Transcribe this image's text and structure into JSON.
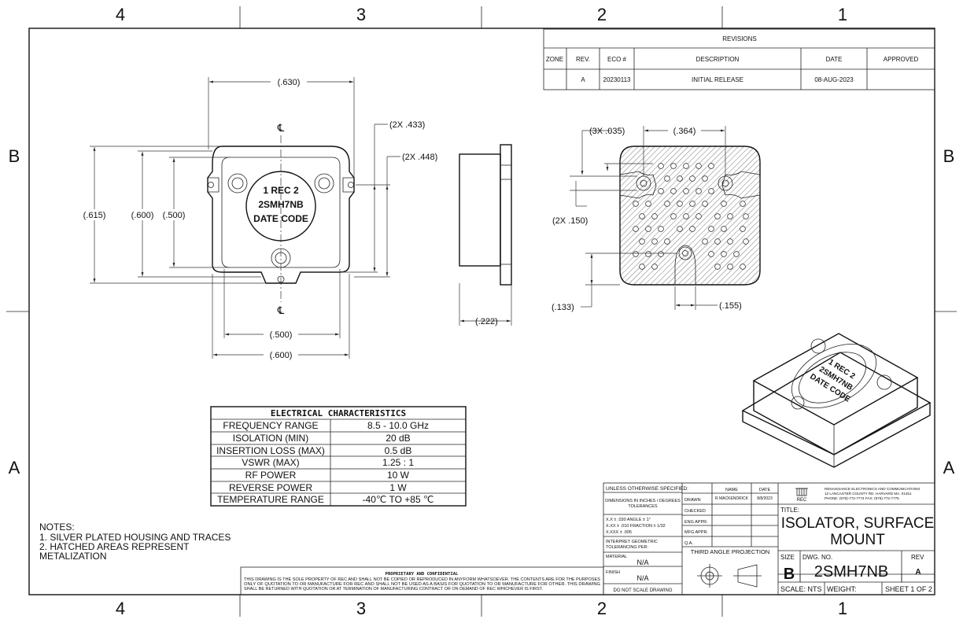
{
  "zones": {
    "columns": [
      "4",
      "3",
      "2",
      "1"
    ],
    "rows": [
      "B",
      "A"
    ]
  },
  "revisions": {
    "title": "REVISIONS",
    "headers": [
      "ZONE",
      "REV.",
      "ECO #",
      "DESCRIPTION",
      "DATE",
      "APPROVED"
    ],
    "rows": [
      {
        "zone": "",
        "rev": "A",
        "eco": "20230113",
        "description": "INITIAL RELEASE",
        "date": "08-AUG-2023",
        "approved": ""
      }
    ]
  },
  "dimensions": {
    "top_width": "(.630)",
    "centerline_symbol": "℄",
    "height_outer": "(.615)",
    "height_mid": "(.600)",
    "height_inner": "(.500)",
    "ear_offset_1": "(2X .433)",
    "ear_offset_2": "(2X .448)",
    "bottom_inner": "(.500)",
    "bottom_outer": "(.600)",
    "side_thickness": "(.222)",
    "bottom_holes": "(3X .035)",
    "bottom_spacing": "(.364)",
    "bottom_pad": "(2X .150)",
    "bottom_gnd_height": "(.133)",
    "bottom_gnd_width": "(.155)"
  },
  "part_marking": {
    "line1": "1  REC  2",
    "line2": "2SMH7NB",
    "line3": "DATE CODE"
  },
  "electrical": {
    "title": "ELECTRICAL  CHARACTERISTICS",
    "rows": [
      {
        "param": "FREQUENCY RANGE",
        "value": "8.5 - 10.0 GHz"
      },
      {
        "param": "ISOLATION (MIN)",
        "value": "20 dB"
      },
      {
        "param": "INSERTION LOSS (MAX)",
        "value": "0.5 dB"
      },
      {
        "param": "VSWR (MAX)",
        "value": "1.25 : 1"
      },
      {
        "param": "RF POWER",
        "value": "10 W"
      },
      {
        "param": "REVERSE POWER",
        "value": "1 W"
      },
      {
        "param": "TEMPERATURE RANGE",
        "value": "-40℃ TO +85 ℃"
      }
    ]
  },
  "notes": {
    "heading": "NOTES:",
    "items": [
      "1.    SILVER PLATED HOUSING AND TRACES",
      "2.    HATCHED AREAS REPRESENT",
      "METALIZATION"
    ]
  },
  "title_block": {
    "unless": "UNLESS OTHERWISE SPECIFIED:",
    "dims_note_1": "DIMENSIONS IN INCHES / DEGREES",
    "dims_note_2": "TOLERANCES",
    "tol_1": "X.X   ± .030    ANGLE      ± 1°",
    "tol_2": "X.XX  ± .010    FRACTION  ± 1/32",
    "tol_3": "X.XXX ± .005",
    "interpret_1": "INTERPRET GEOMETRIC",
    "interpret_2": "TOLERANCING PER:",
    "material_label": "MATERIAL",
    "material_value": "N/A",
    "finish_label": "FINISH",
    "finish_value": "N/A",
    "do_not_scale": "DO NOT SCALE DRAWING",
    "name_header": "NAME",
    "date_header": "DATE",
    "drawn_label": "DRAWN",
    "drawn_name": "R MACKENDRICK",
    "drawn_date": "8/8/2023",
    "checked": "CHECKED",
    "eng_appr": "ENG APPR.",
    "mfg_appr": "MFG APPR.",
    "qa": "Q.A.",
    "projection": "THIRD ANGLE PROJECTION",
    "logo_text": "REC",
    "company_1": "RENAISSANCE ELECTRONICS AND COMMUNICATIONS",
    "company_2": "12 LANCASTER COUNTY RD. HARVARD MA. 01451",
    "company_3": "PHONE: (978)-772-7774          FAX: (978)-772-7775",
    "title_label": "TITLE:",
    "title_1": "ISOLATOR, SURFACE",
    "title_2": "MOUNT",
    "size_label": "SIZE",
    "size_value": "B",
    "dwg_label": "DWG.  NO.",
    "dwg_value": "2SMH7NB",
    "rev_label": "REV",
    "rev_value": "A",
    "scale": "SCALE: NTS",
    "weight": "WEIGHT:",
    "sheet": "SHEET 1 OF 2"
  },
  "proprietary": {
    "title": "PROPRIETARY AND CONFIDENTIAL",
    "line1": "THIS DRAWING IS THE SOLE PROPERTY OF REC AND SHALL NOT BE COPIED OR REPRODUCED IN ANYFORM WHATSOEVER. THE CONTENTS ARE FOR THE PURPOSES",
    "line2": "ONLY OF QUOTATION TO OR MANUFACTURE FOR REC AND SHALL NOT BE USED AS A BASIS FOR QUOTATION TO OR MANUFACTURE FOR OTHER. THIS DRAWING",
    "line3": "SHALL BE RETURNED WITH QUOTATION OR AT TERMINATION OF MANUFACTURING CONTRACT OR ON DEMAND OF REC WHICHEVER IS FIRST."
  }
}
